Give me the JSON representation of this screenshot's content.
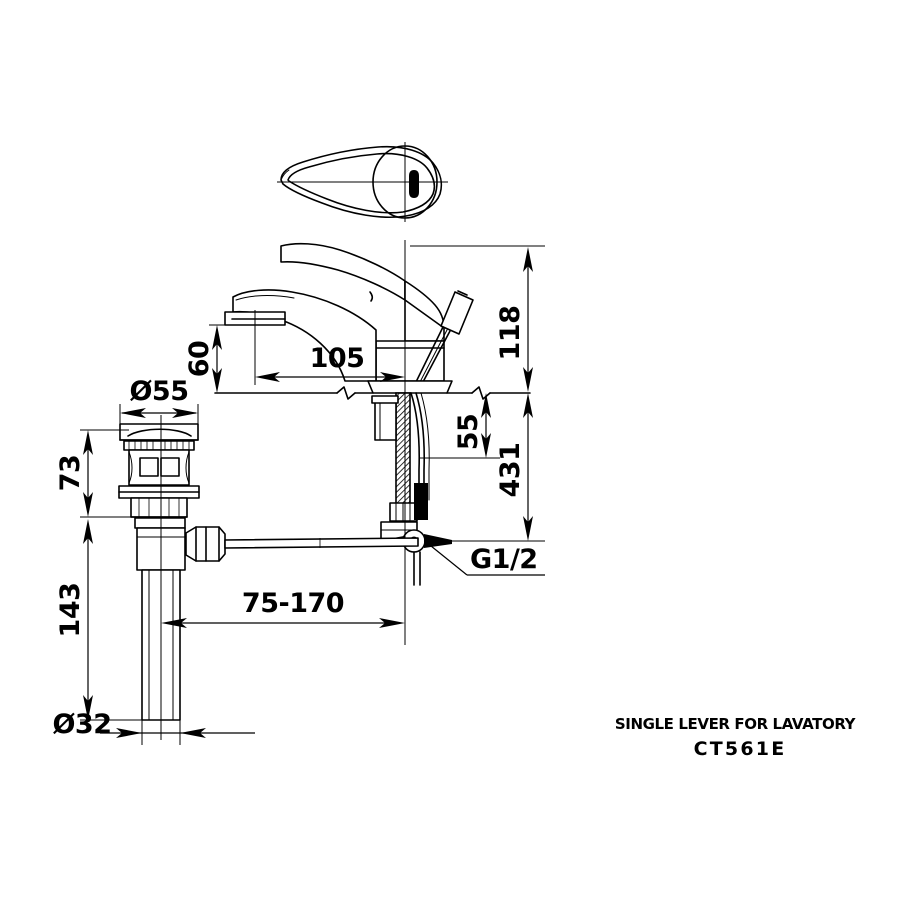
{
  "drawing": {
    "type": "technical-dimension-drawing",
    "subject": "single-lever-lavatory-faucet",
    "units": "mm",
    "background_color": "#ffffff",
    "line_color": "#000000"
  },
  "title_block": {
    "product_line": "SINGLE LEVER   FOR LAVATORY",
    "model_code": "CT561E"
  },
  "dimensions": {
    "spout_height": "60",
    "spout_reach": "105",
    "overall_height_above_deck": "118",
    "deck_to_supply_inlet": "55",
    "total_height": "431",
    "drain_flange_diameter": "Ø55",
    "drain_head_height": "73",
    "tailpiece_length": "143",
    "tailpiece_diameter": "Ø32",
    "pivot_rod_range": "75-170",
    "supply_thread": "G1/2"
  },
  "views": [
    {
      "name": "handle-top-view",
      "label": ""
    },
    {
      "name": "faucet-side-elevation",
      "label": ""
    },
    {
      "name": "pop-up-drain-elevation",
      "label": ""
    }
  ]
}
